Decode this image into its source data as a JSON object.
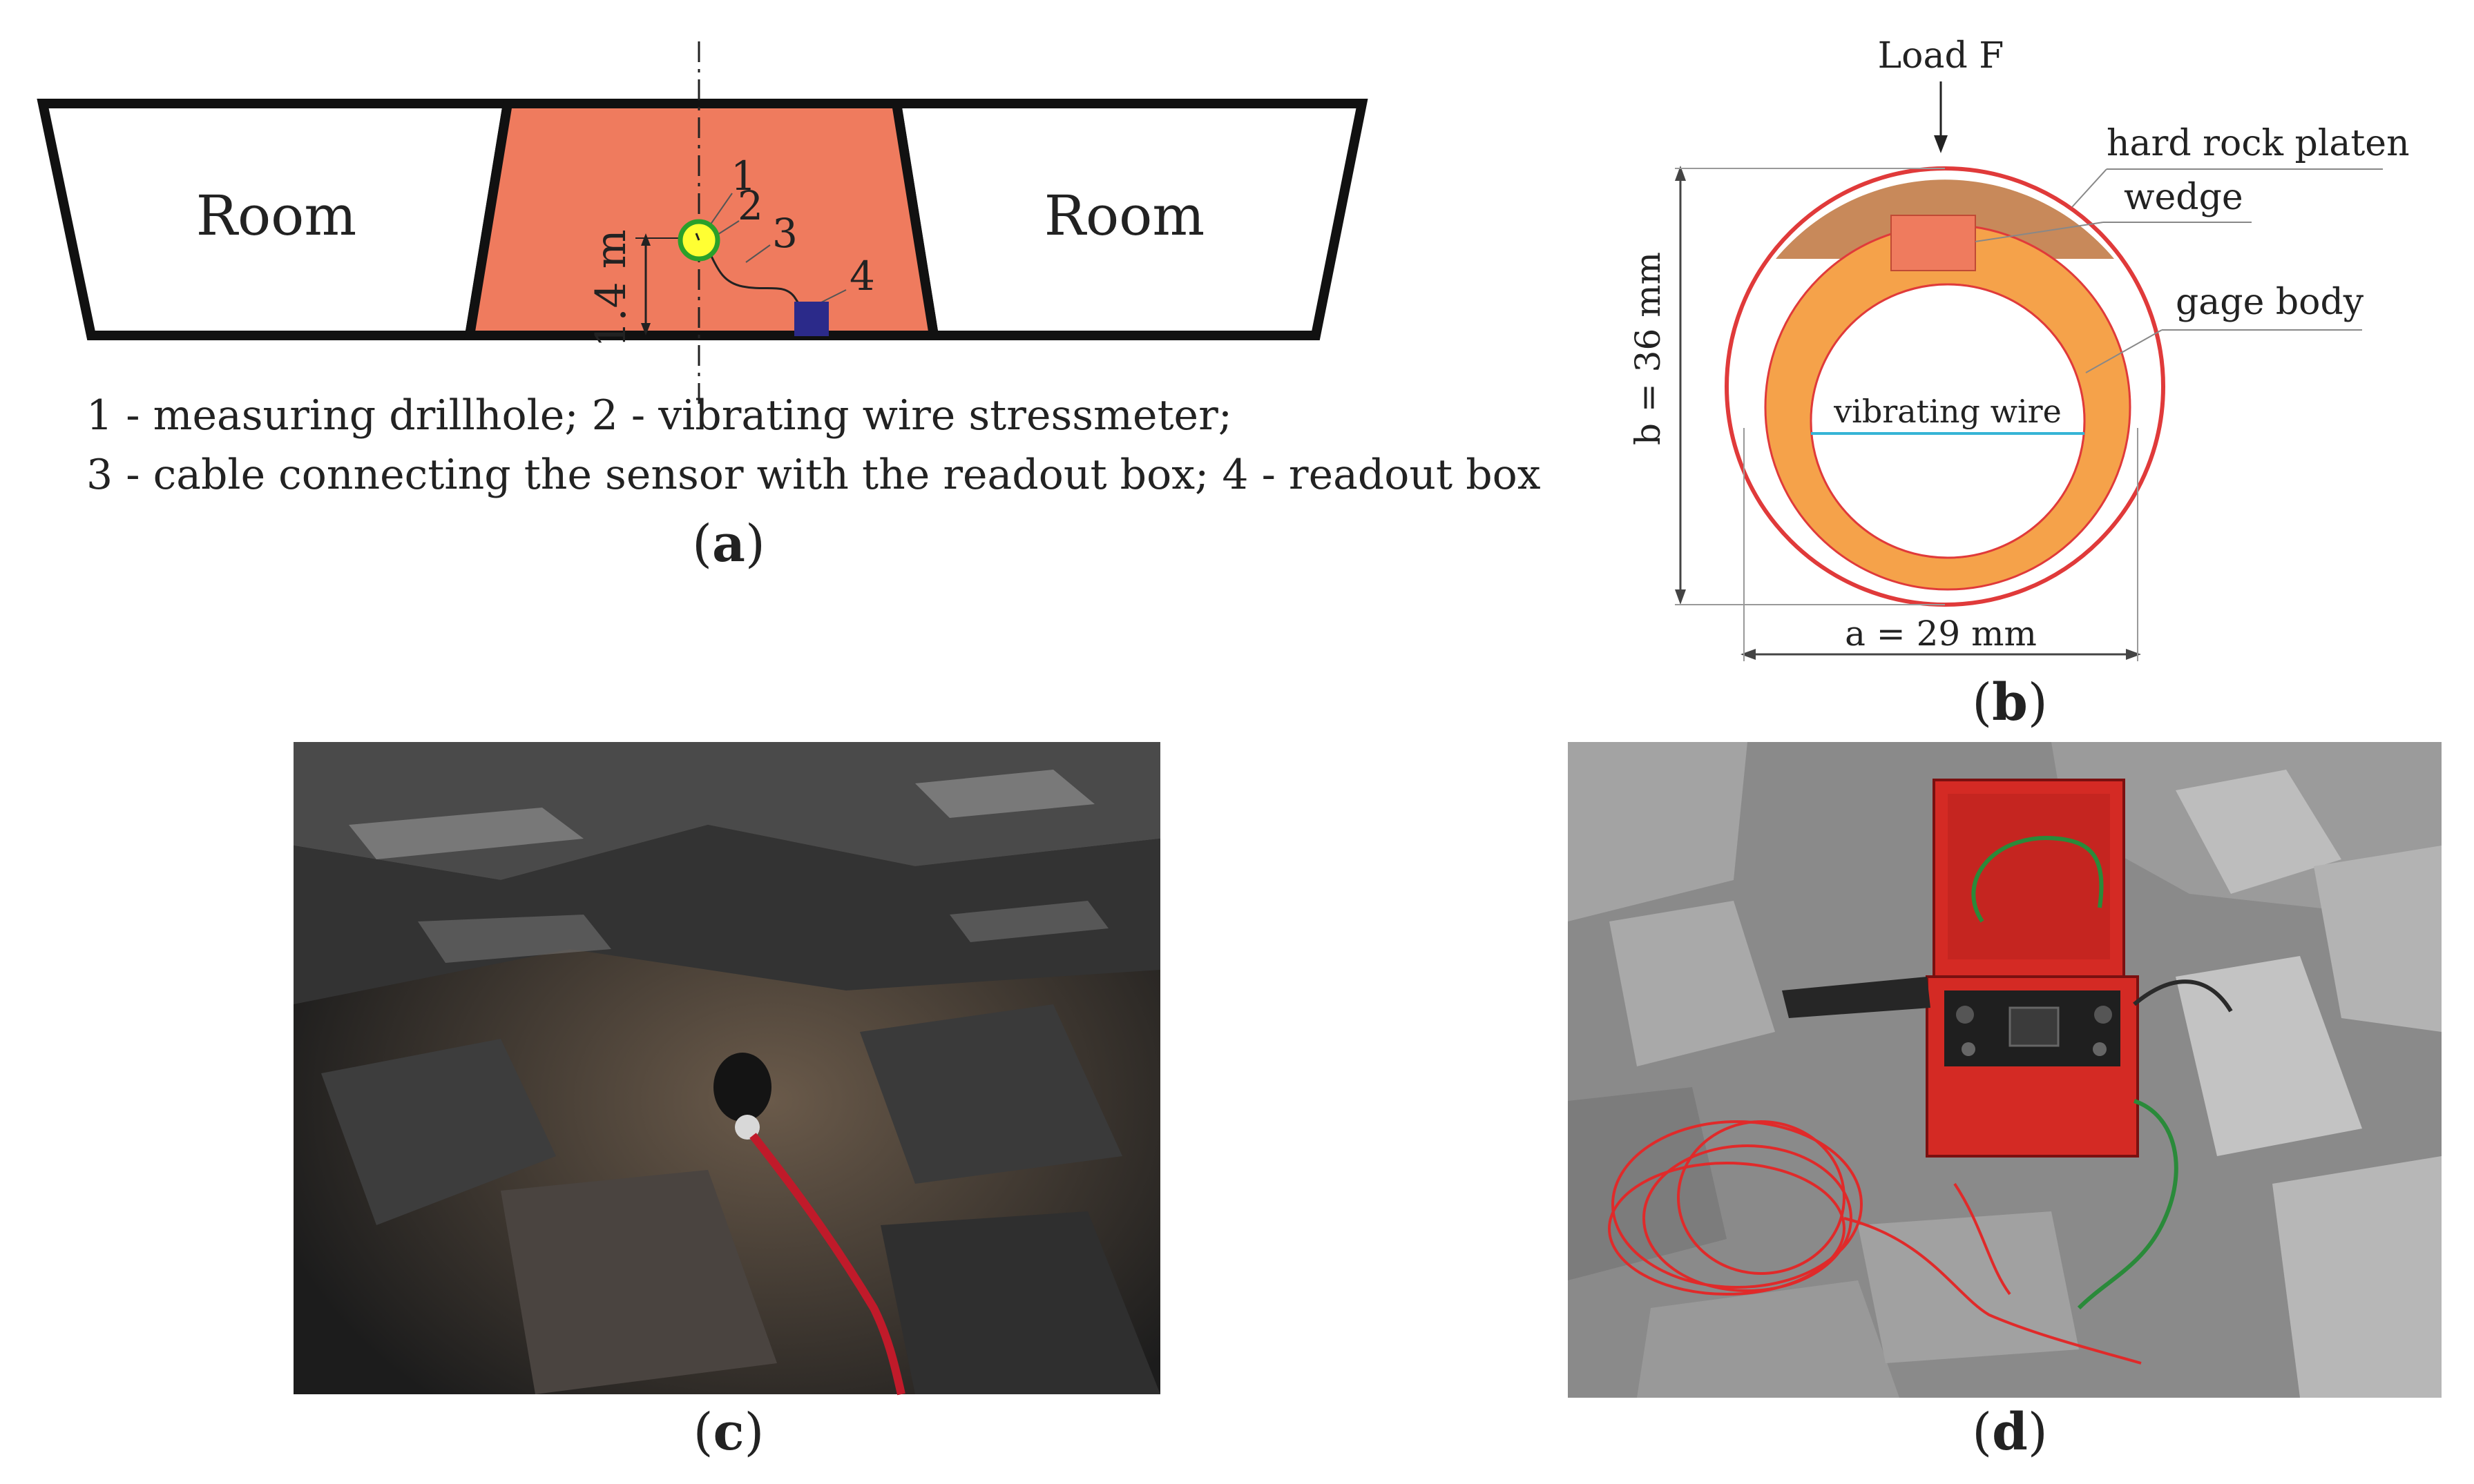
{
  "panel_a": {
    "room_left": "Room",
    "room_right": "Room",
    "marker_1": "1",
    "marker_2": "2",
    "marker_3": "3",
    "marker_4": "4",
    "depth_label": "1.4 m",
    "legend_line1": "1 - measuring drillhole; 2 - vibrating wire stressmeter;",
    "legend_line2": "3 - cable connecting the sensor with the readout box; 4 - readout box",
    "caption_letter": "a",
    "colors": {
      "pillar": "#ef7b5e",
      "sensor": "#ffff33",
      "sensor_ring": "#2aa02a",
      "box": "#2b2a8a"
    }
  },
  "panel_b": {
    "load_label": "Load F",
    "platen_label": "hard rock platen",
    "wedge_label": "wedge",
    "gage_label": "gage body",
    "wire_label": "vibrating wire",
    "dim_b": "b = 36 mm",
    "dim_a": "a = 29 mm",
    "caption_letter": "b",
    "colors": {
      "outer": "#e03a3a",
      "platen": "#c8895a",
      "wedge": "#ef7b5e",
      "gage": "#f5a24a",
      "wire": "#36b4d6"
    }
  },
  "panel_c": {
    "caption_letter": "c"
  },
  "panel_d": {
    "caption_letter": "d"
  }
}
